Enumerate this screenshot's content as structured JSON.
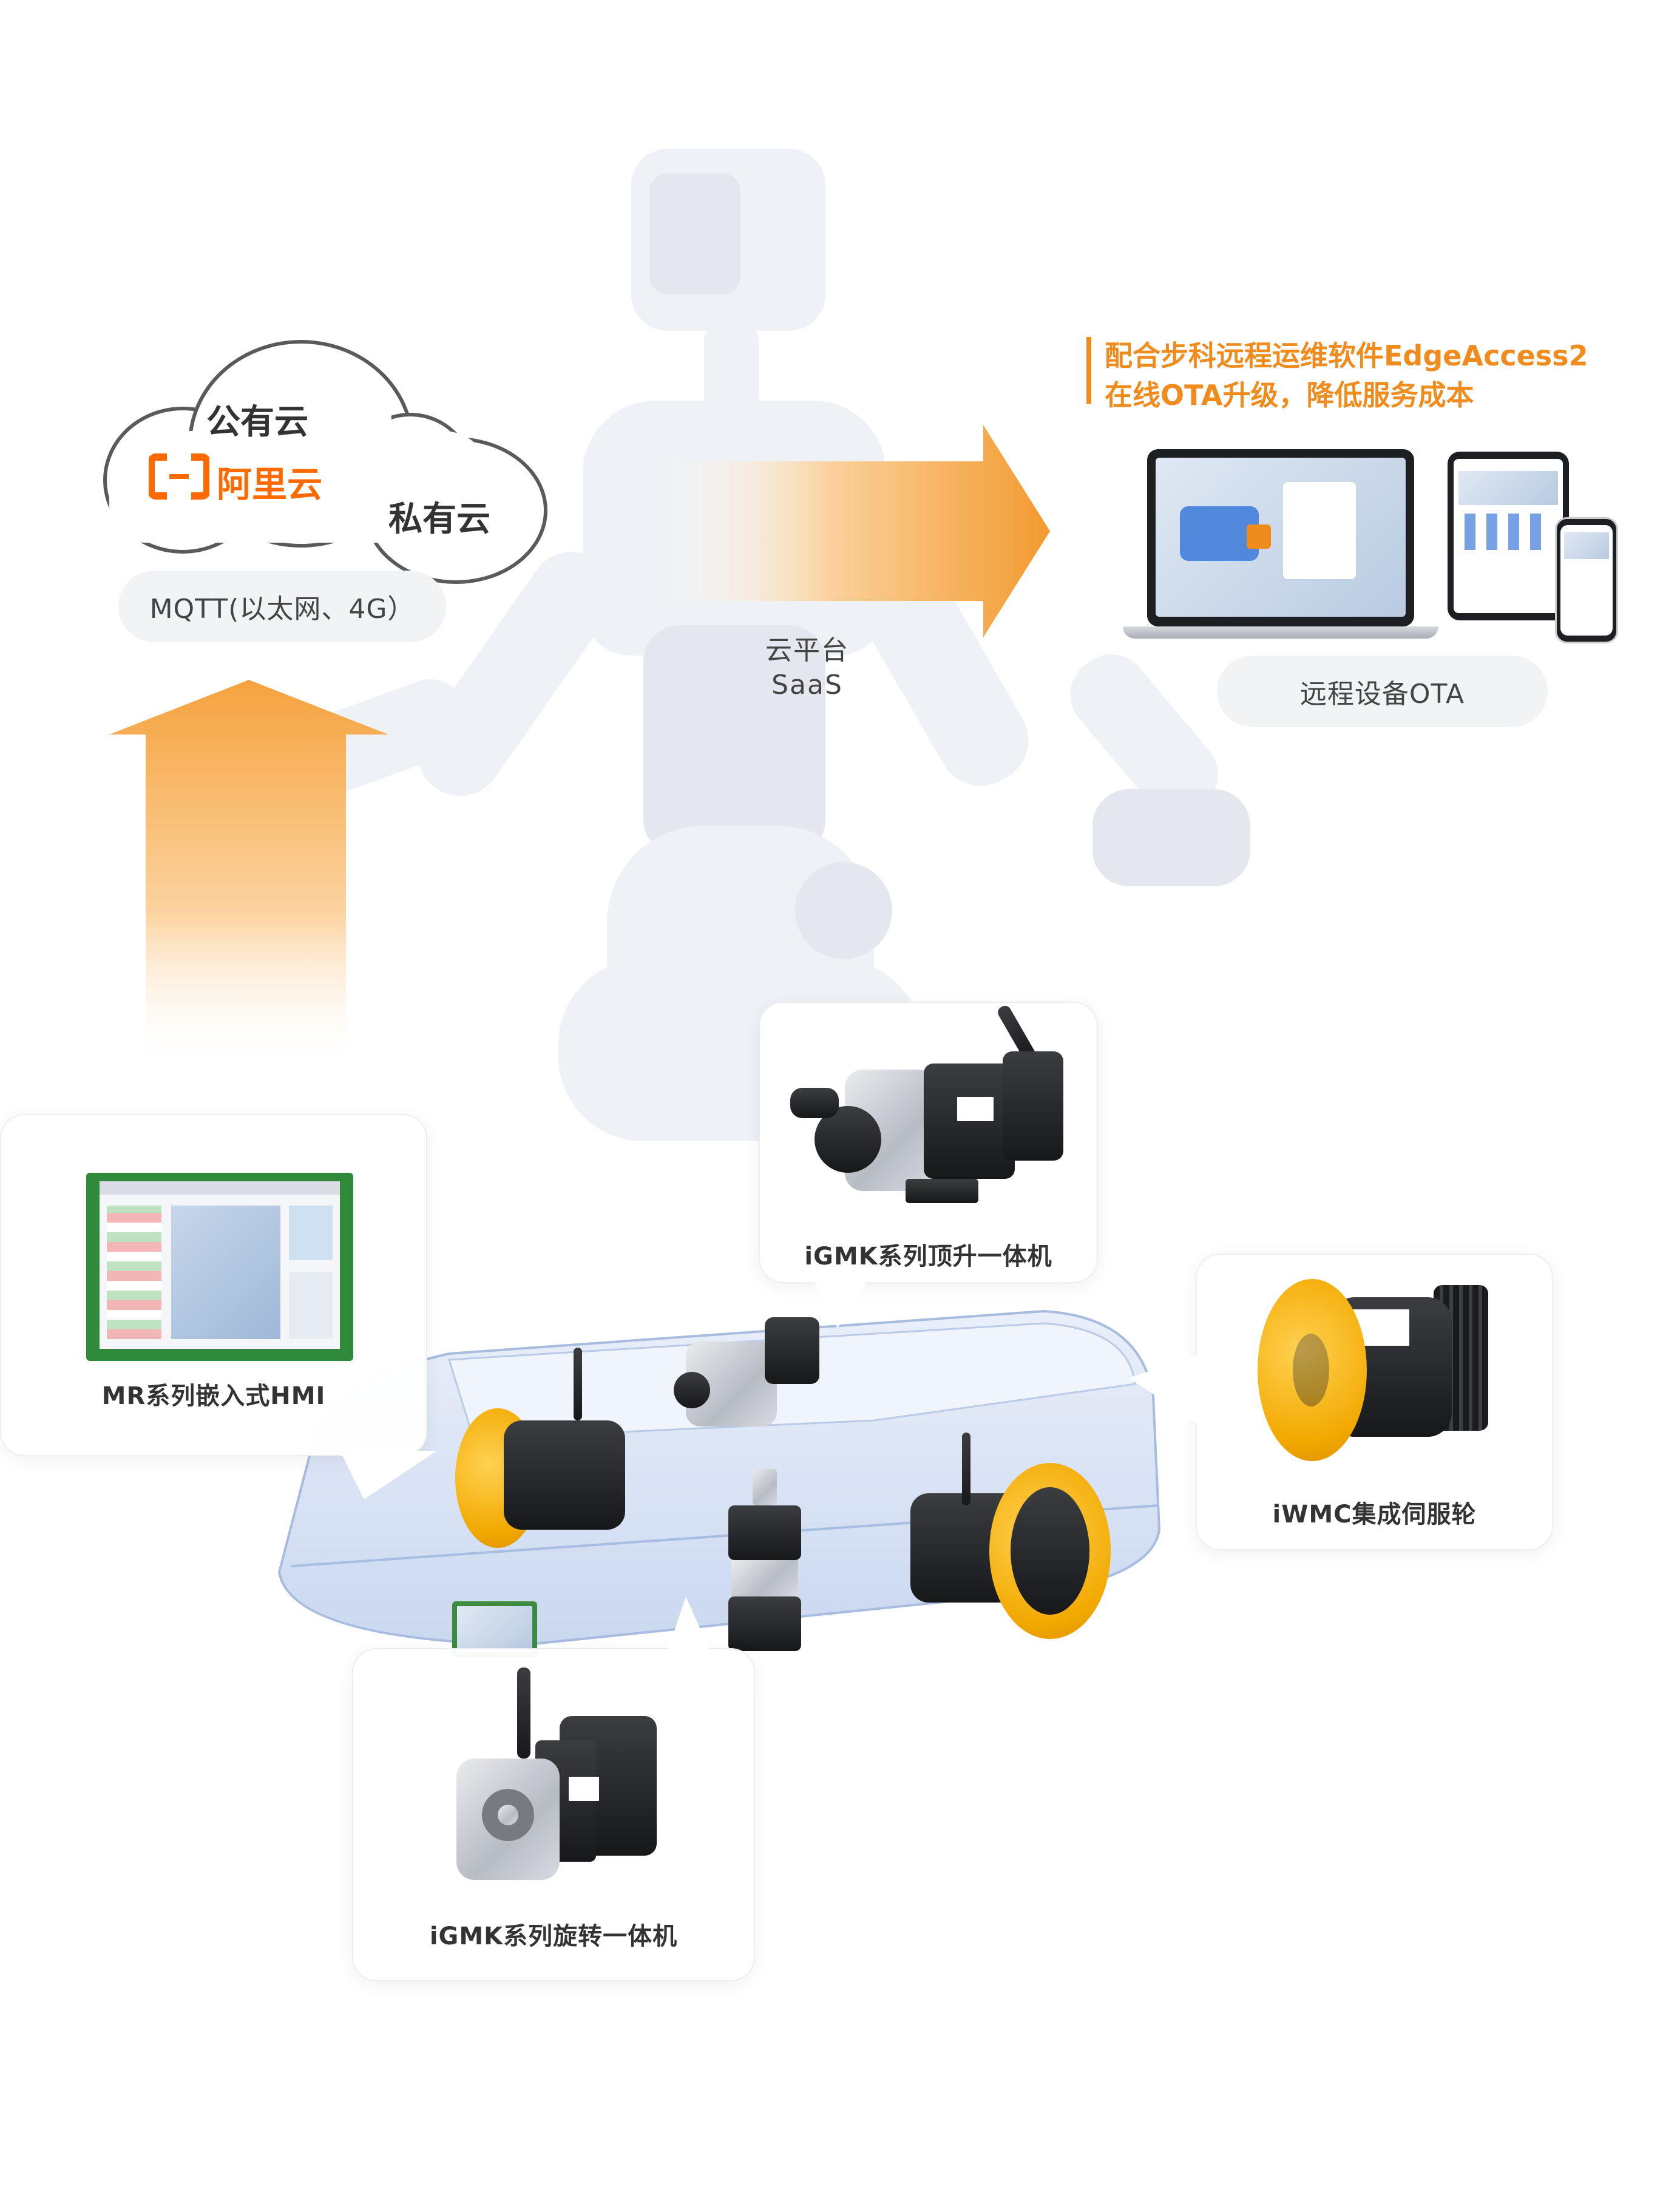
{
  "clouds": {
    "public_label": "公有云",
    "private_label": "私有云",
    "aliyun_logo_text": "阿里云"
  },
  "mqtt_pill": "MQTT(以太网、4G）",
  "cloud_platform": {
    "line1": "云平台",
    "line2": "SaaS"
  },
  "edgeaccess": {
    "line1": "配合步科远程运维软件EdgeAccess2",
    "line2": "在线OTA升级，降低服务成本"
  },
  "ota_pill": "远程设备OTA",
  "products": [
    {
      "label": "iGMK系列顶升一体机"
    },
    {
      "label": "MR系列嵌入式HMI"
    },
    {
      "label": "iWMC集成伺服轮"
    },
    {
      "label": "iGMK系列旋转一体机"
    }
  ],
  "colors": {
    "accent": "#f08c1e",
    "arrow_gradient_end": "#fde9cf",
    "pill_bg": "#f2f3f5",
    "wheel": "#f2a900"
  }
}
